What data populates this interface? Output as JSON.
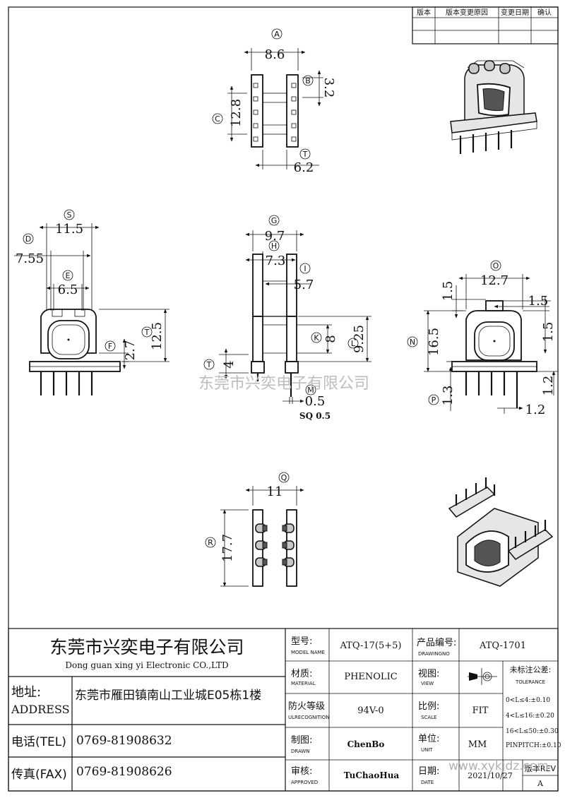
{
  "revision_table": {
    "headers": [
      "版本",
      "版本变更原因",
      "变更日期",
      "确认"
    ]
  },
  "company": {
    "name_cn": "东莞市兴奕电子有限公司",
    "name_en": "Dong guan xing yi Electronic CO.,LTD",
    "address_label_cn": "地址:",
    "address_label_en": "ADDRESS",
    "address": "东莞市雁田镇南山工业城E05栋1楼",
    "tel_label": "电话(TEL)",
    "tel": "0769-81908632",
    "fax_label": "传真(FAX)",
    "fax": "0769-81908626"
  },
  "watermark": "东莞市兴奕电子有限公司",
  "website": "www.xykjdz.com",
  "title_block": {
    "model_label_cn": "型号:",
    "model_label_en": "MODEL NAME",
    "model": "ATQ-17(5+5)",
    "drawing_no_label_cn": "产品编号:",
    "drawing_no_label_en": "DRAWINGNO",
    "drawing_no": "ATQ-1701",
    "material_label_cn": "材质:",
    "material_label_en": "MATERIAL",
    "material": "PHENOLIC",
    "view_label_cn": "视图:",
    "view_label_en": "VIEW",
    "fire_label_cn": "防火等级",
    "fire_label_en": "ULRECOGNITION",
    "fire": "94V-0",
    "scale_label_cn": "比例:",
    "scale_label_en": "SCALE",
    "scale": "FIT",
    "drawn_label_cn": "制图:",
    "drawn_label_en": "DRAWN",
    "drawn": "ChenBo",
    "unit_label_cn": "单位:",
    "unit_label_en": "UNIT",
    "unit": "MM",
    "approved_label_cn": "审核:",
    "approved_label_en": "APPROVED",
    "approved": "TuChaoHua",
    "date_label_cn": "日期:",
    "date_label_en": "DATE",
    "date": "2021/10/27",
    "rev_label": "版本REV",
    "rev": "A",
    "tolerance_label_cn": "未标注公差:",
    "tolerance_label_en": "TOLERANCE",
    "tolerances": [
      "0<L≤4:±0.10",
      "4<L≤16:±0.20",
      "16<L≤50:±0.30",
      "PINPITCH:±0.10"
    ]
  },
  "dimensions": {
    "A": "8.6",
    "B": "3.2",
    "C": "12.8",
    "T_top": "6.2",
    "S": "11.5",
    "D": "7.55",
    "E": "6.5",
    "F": "2.7",
    "T_front": "12.5",
    "G": "9.7",
    "H": "7.3",
    "I": "5.7",
    "K": "8",
    "L": "9.25",
    "T_side": "4",
    "M": "0.5",
    "sq": "SQ 0.5",
    "O": "12.7",
    "O_left": "1.5",
    "O_right": "1.5",
    "N": "16.5",
    "right_side": "1.5",
    "P": "1.3",
    "pin_right": "1.2",
    "pin_bottom": "1.2",
    "Q": "11",
    "R": "17.7"
  },
  "balloons": [
    "A",
    "B",
    "C",
    "T",
    "S",
    "D",
    "E",
    "F",
    "T",
    "G",
    "H",
    "I",
    "K",
    "L",
    "T",
    "M",
    "O",
    "N",
    "P",
    "Q",
    "R"
  ]
}
